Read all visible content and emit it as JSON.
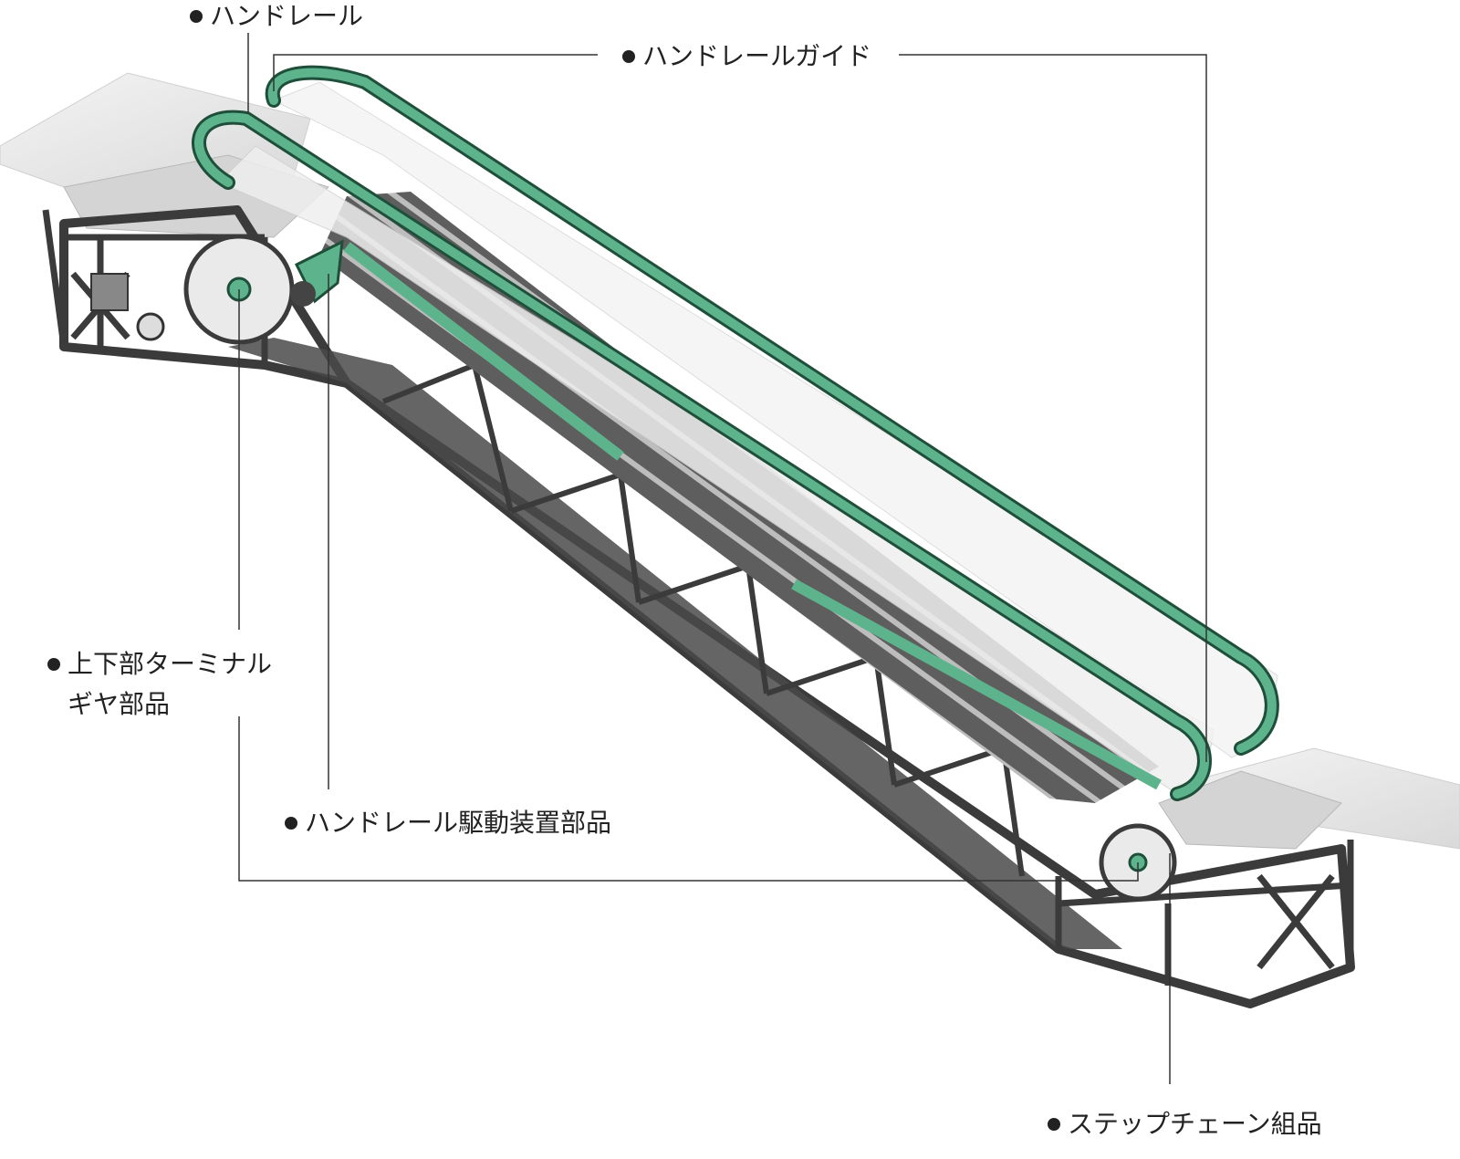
{
  "labels": {
    "handrail": "ハンドレール",
    "handrail_guide": "ハンドレールガイド",
    "terminal_gear_line1": "上下部ターミナル",
    "terminal_gear_line2": "ギヤ部品",
    "handrail_drive": "ハンドレール駆動装置部品",
    "step_chain": "ステップチェーン組品"
  },
  "colors": {
    "handrail_green": "#5db48c",
    "handrail_dark": "#1f4f3b",
    "truss": "#3b3b3b",
    "floor": "#e8e8e8",
    "leader_line": "#333333"
  },
  "icons": [
    "bullet-dot"
  ]
}
